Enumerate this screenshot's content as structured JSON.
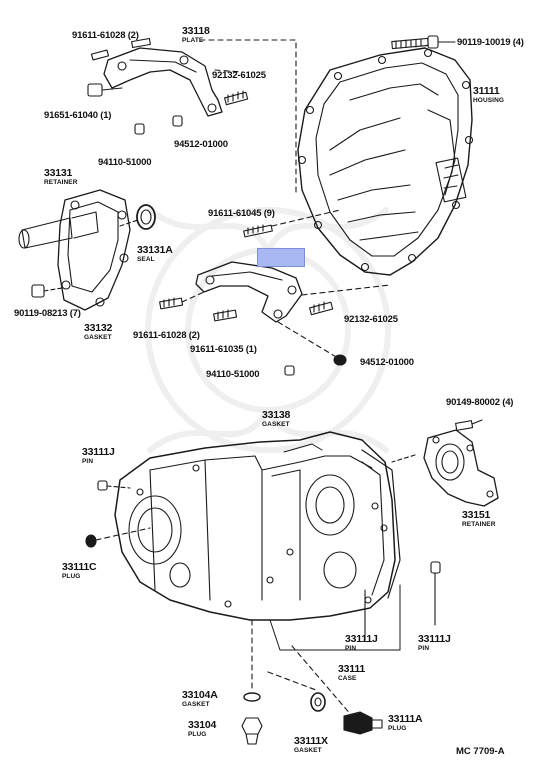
{
  "diagram": {
    "highlight_color": "#a9b7f2",
    "line_color": "#1a1a1a",
    "footer_code": "MC  7709-A",
    "parts": [
      {
        "id": "p1",
        "number": "91611-61028 (2)",
        "name": ""
      },
      {
        "id": "p2",
        "number": "33118",
        "name": "PLATE"
      },
      {
        "id": "p3",
        "number": "92132-61025",
        "name": ""
      },
      {
        "id": "p4",
        "number": "91651-61040 (1)",
        "name": ""
      },
      {
        "id": "p5",
        "number": "94512-01000",
        "name": ""
      },
      {
        "id": "p6",
        "number": "94110-51000",
        "name": ""
      },
      {
        "id": "p7",
        "number": "90119-10019 (4)",
        "name": ""
      },
      {
        "id": "p8",
        "number": "31111",
        "name": "HOUSING"
      },
      {
        "id": "p9",
        "number": "33131",
        "name": "RETAINER"
      },
      {
        "id": "p10",
        "number": "33131A",
        "name": "SEAL"
      },
      {
        "id": "p11",
        "number": "91611-61045 (9)",
        "name": ""
      },
      {
        "id": "p12",
        "number": "90119-08213 (7)",
        "name": ""
      },
      {
        "id": "p13",
        "number": "33132",
        "name": "GASKET"
      },
      {
        "id": "p14",
        "number": "91611-61028 (2)",
        "name": ""
      },
      {
        "id": "p15",
        "number": "91611-61035 (1)",
        "name": ""
      },
      {
        "id": "p16",
        "number": "92132-61025",
        "name": ""
      },
      {
        "id": "p17",
        "number": "94512-01000",
        "name": ""
      },
      {
        "id": "p18",
        "number": "94110-51000",
        "name": ""
      },
      {
        "id": "p19",
        "number": "33138",
        "name": "GASKET"
      },
      {
        "id": "p20",
        "number": "90149-80002 (4)",
        "name": ""
      },
      {
        "id": "p21",
        "number": "33111J",
        "name": "PIN"
      },
      {
        "id": "p22",
        "number": "33151",
        "name": "RETAINER"
      },
      {
        "id": "p23",
        "number": "33111C",
        "name": "PLUG"
      },
      {
        "id": "p24",
        "number": "33111J",
        "name": "PIN"
      },
      {
        "id": "p25",
        "number": "33111J",
        "name": "PIN"
      },
      {
        "id": "p26",
        "number": "33111",
        "name": "CASE"
      },
      {
        "id": "p27",
        "number": "33104A",
        "name": "GASKET"
      },
      {
        "id": "p28",
        "number": "33104",
        "name": "PLUG"
      },
      {
        "id": "p29",
        "number": "33111X",
        "name": "GASKET"
      },
      {
        "id": "p30",
        "number": "33111A",
        "name": "PLUG"
      }
    ]
  }
}
